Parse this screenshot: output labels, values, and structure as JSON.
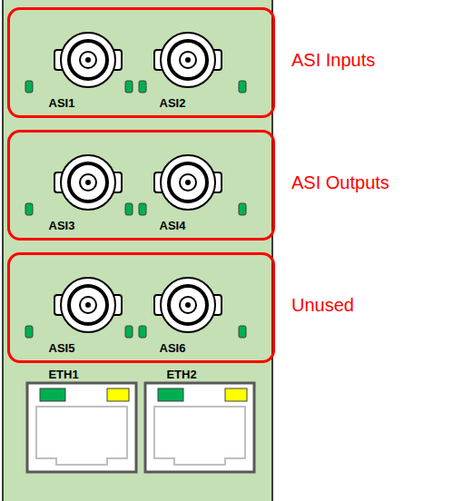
{
  "diagram": {
    "nodes": [
      {
        "text": [
          "ASI Inputs"
        ]
      },
      {
        "text": [
          "ASI Outputs"
        ]
      },
      {
        "text": [
          "Unused"
        ]
      }
    ],
    "labels": [
      "ASI1",
      "ASI2",
      "ASI3",
      "ASI4",
      "ASI5",
      "ASI6",
      "ETH1",
      "ETH2"
    ]
  }
}
